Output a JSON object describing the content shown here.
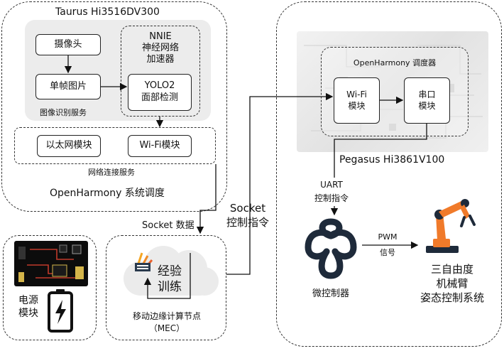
{
  "taurus": {
    "title": "Taurus    Hi3516DV300",
    "camera": "摄像头",
    "frame": "单帧图片",
    "image_service": "图像识别服务",
    "nnie_line1": "NNIE",
    "nnie_line2": "神经网络",
    "nnie_line3": "加速器",
    "yolo_line1": "YOLO2",
    "yolo_line2": "面部检测",
    "ethernet": "以太网模块",
    "wifi": "Wi-Fi模块",
    "network_service": "网络连接服务",
    "os_label": "OpenHarmony 系统调度"
  },
  "links": {
    "socket_data": "Socket 数据",
    "socket_cmd_line1": "Socket",
    "socket_cmd_line2": "控制指令"
  },
  "power": {
    "label_line1": "电源",
    "label_line2": "模块"
  },
  "mec": {
    "train_line1": "经验",
    "train_line2": "训练",
    "label_line1": "移动边缘计算节点",
    "label_line2": "（MEC）"
  },
  "pegasus": {
    "scheduler": "OpenHarmony 调度器",
    "wifi_line1": "Wi-Fi",
    "wifi_line2": "模块",
    "serial_line1": "串口",
    "serial_line2": "模块",
    "title": "Pegasus    Hi3861V100",
    "uart": "UART",
    "uart_cmd": "控制指令",
    "mcu": "微控制器",
    "pwm": "PWM",
    "pwm_signal": "信号",
    "arm_line1": "三自由度",
    "arm_line2": "机械臂",
    "arm_line3": "姿态控制系统"
  },
  "colors": {
    "orange": "#f07a2a",
    "dark": "#1e2a3a",
    "pcb": "#0c0c0c",
    "pcb_trace": "#c0392b"
  },
  "icons": [
    "battery-icon",
    "pcb-board-icon",
    "cloud-icon",
    "training-logo-icon",
    "microcontroller-icon",
    "robot-arm-icon"
  ]
}
